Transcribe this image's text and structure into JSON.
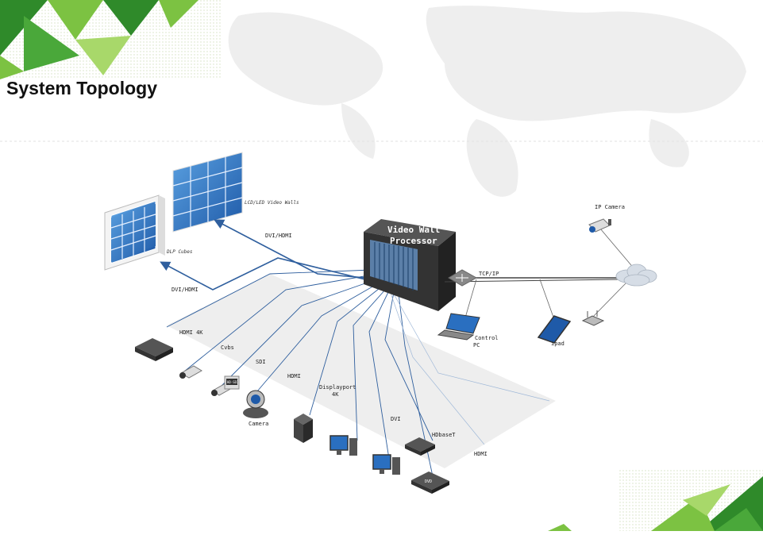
{
  "page": {
    "title": "System Topology"
  },
  "diagram": {
    "processor_label_line1": "Video Wall",
    "processor_label_line2": "Processor",
    "labels": {
      "led_walls": "LCD/LED Video Walls",
      "dlp_cubes": "DLP Cubes",
      "dvi_hdmi_top": "DVI/HDMI",
      "dvi_hdmi_left": "DVI/HDMI",
      "tcp_ip": "TCP/IP",
      "ip_camera": "IP Camera",
      "control_pc_line1": "Control",
      "control_pc_line2": "PC",
      "ipad": "ipad",
      "hdmi_4k": "HDMI 4K",
      "cvbs": "Cvbs",
      "sdi": "SDI",
      "hdmi": "HDMI",
      "displayport_line1": "Displayport",
      "displayport_line2": "4K",
      "dvi": "DVI",
      "hdbaset": "HDbaseT",
      "hdmi_bottom": "HDMI",
      "camera": "Camera",
      "hdsdi_badge": "HD-SDI",
      "dvd_badge": "DVD"
    },
    "colors": {
      "link_blue": "#2f5f9e",
      "screen_blue": "#2a6fc0",
      "green_dark": "#2f8a2a",
      "green_light": "#7cc242"
    }
  }
}
